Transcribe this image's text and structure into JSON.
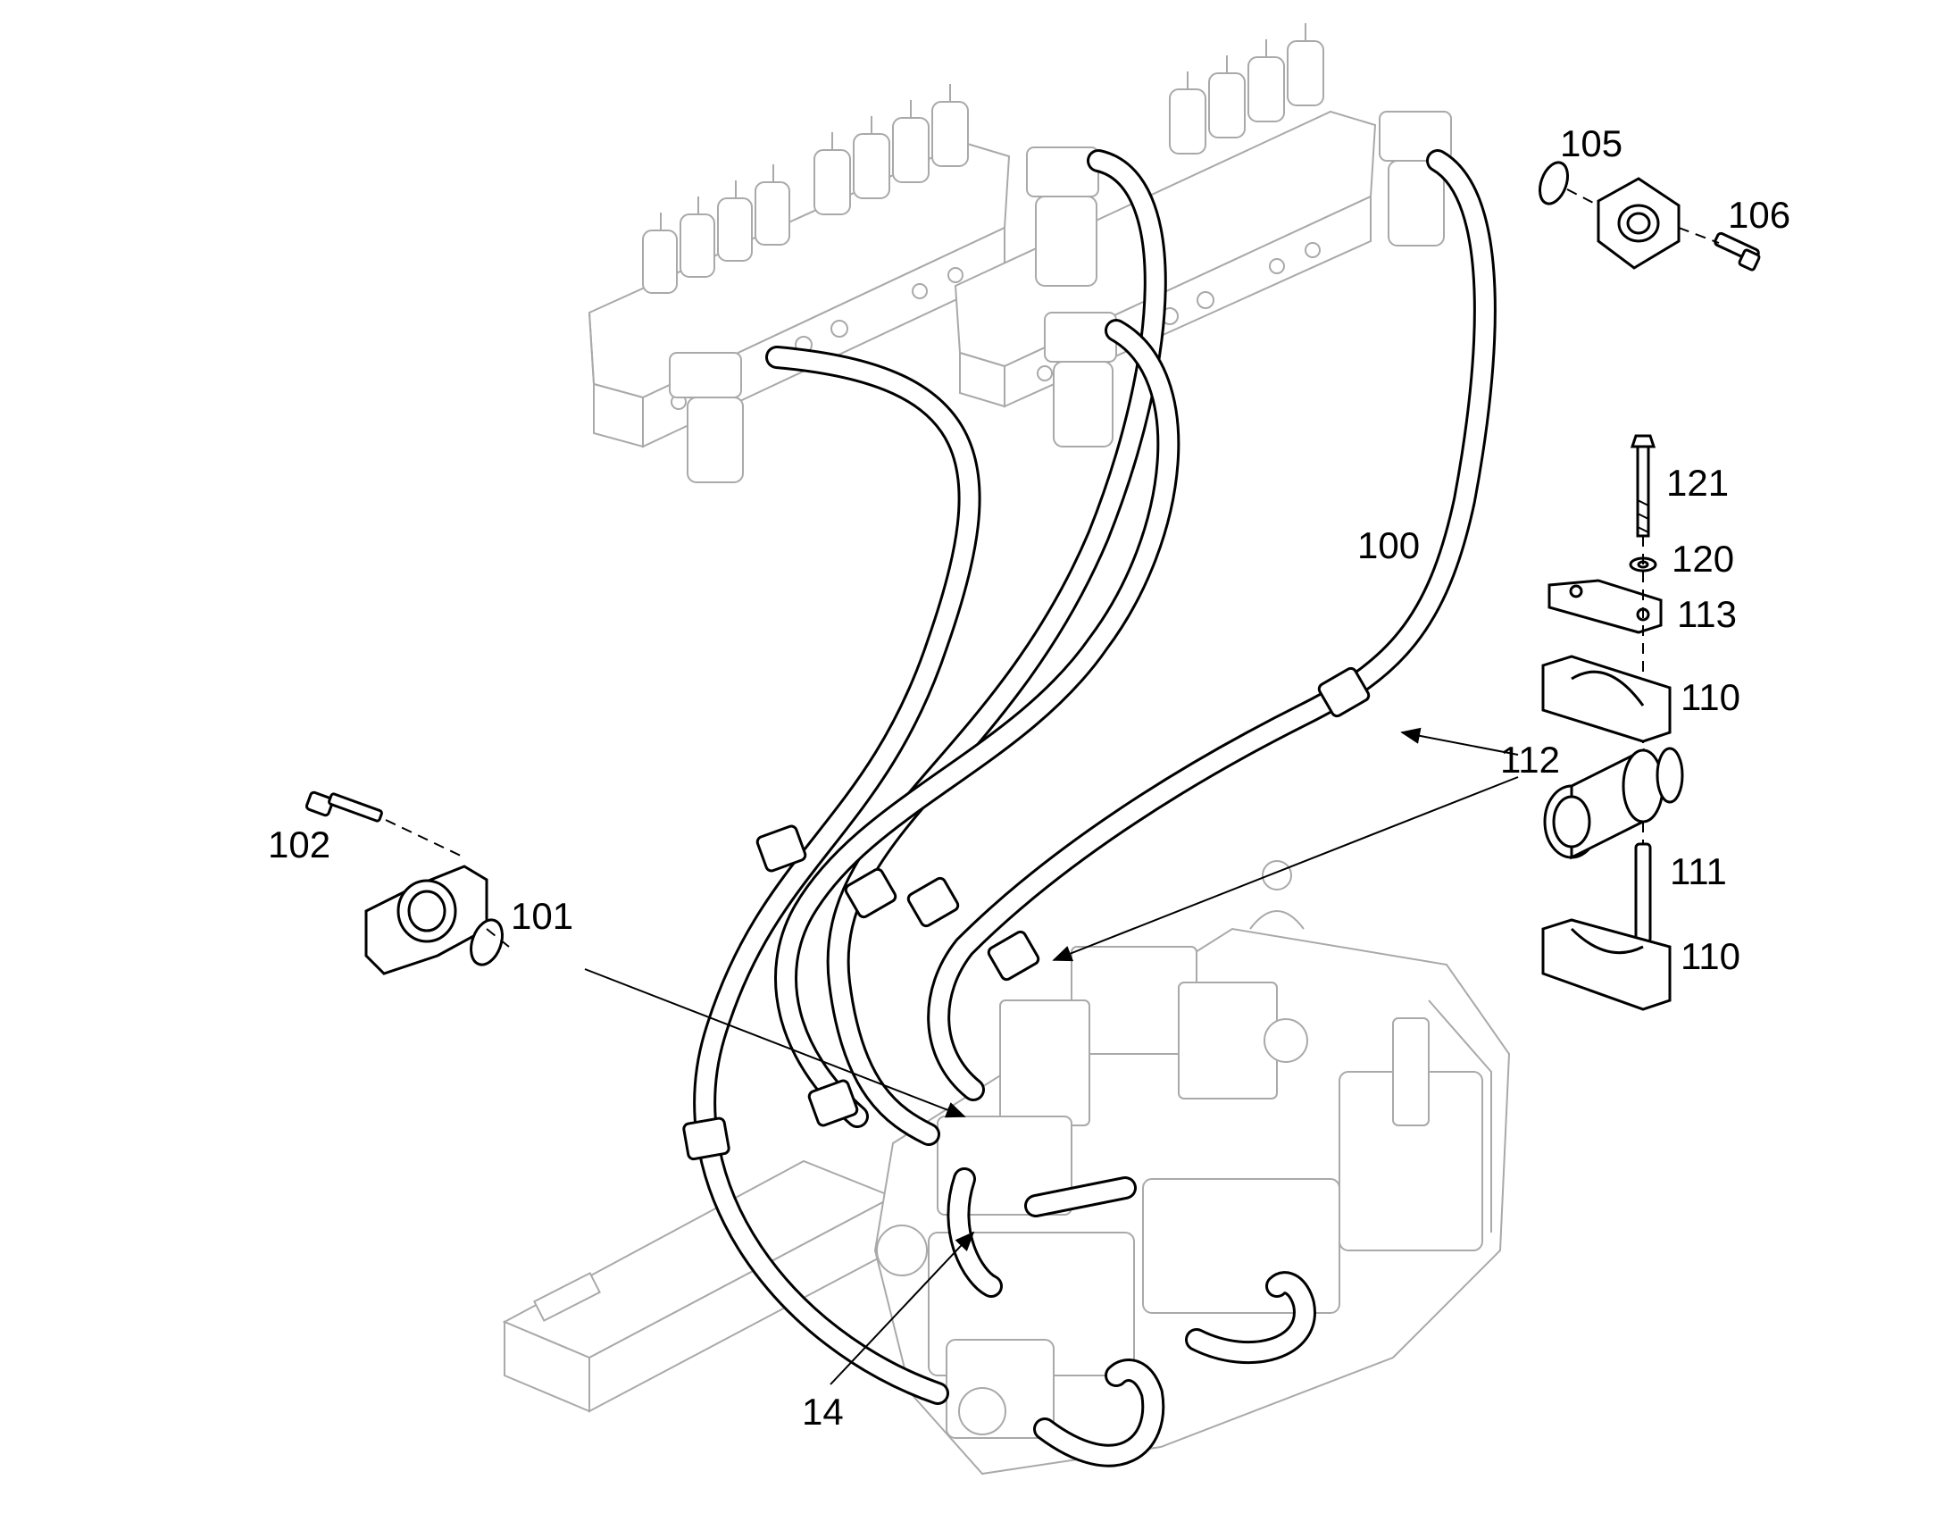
{
  "diagram": {
    "callouts": [
      {
        "id": "c100",
        "text": "100"
      },
      {
        "id": "c101",
        "text": "101"
      },
      {
        "id": "c102",
        "text": "102"
      },
      {
        "id": "c105",
        "text": "105"
      },
      {
        "id": "c106",
        "text": "106"
      },
      {
        "id": "c110a",
        "text": "110"
      },
      {
        "id": "c110b",
        "text": "110"
      },
      {
        "id": "c111",
        "text": "111"
      },
      {
        "id": "c112",
        "text": "112"
      },
      {
        "id": "c113",
        "text": "113"
      },
      {
        "id": "c120",
        "text": "120"
      },
      {
        "id": "c121",
        "text": "121"
      },
      {
        "id": "c14",
        "text": "14"
      }
    ]
  }
}
